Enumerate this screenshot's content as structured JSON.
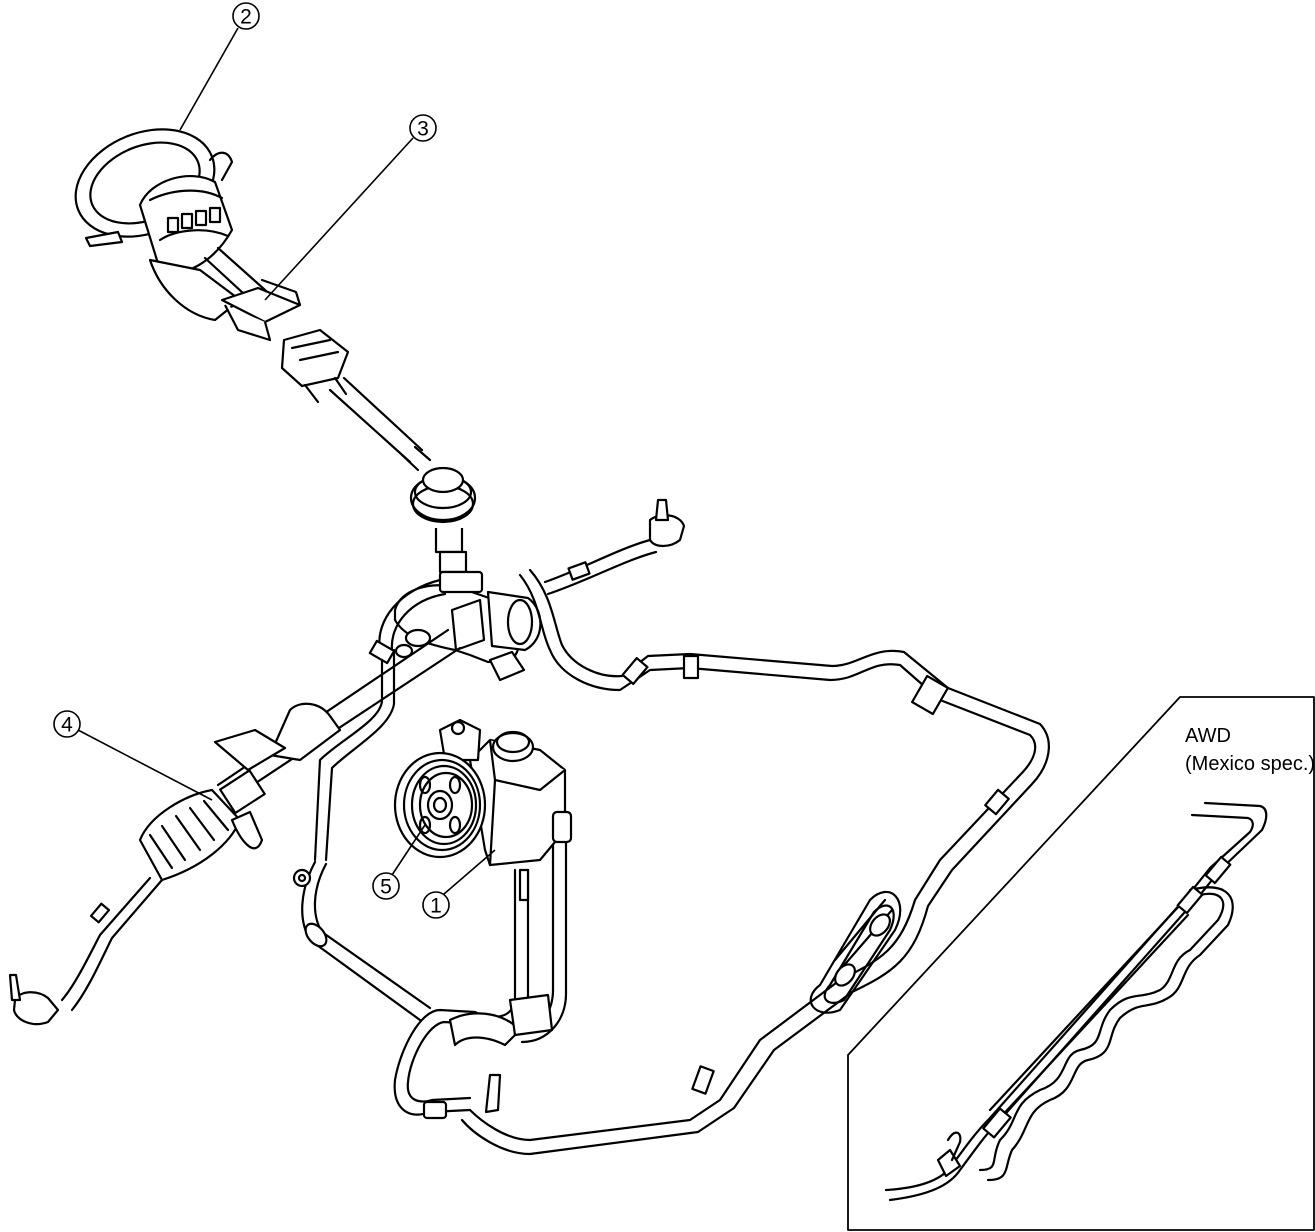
{
  "callouts": {
    "c1": "1",
    "c2": "2",
    "c3": "3",
    "c4": "4",
    "c5": "5"
  },
  "inset": {
    "line1": "AWD",
    "line2": "(Mexico spec.)"
  }
}
